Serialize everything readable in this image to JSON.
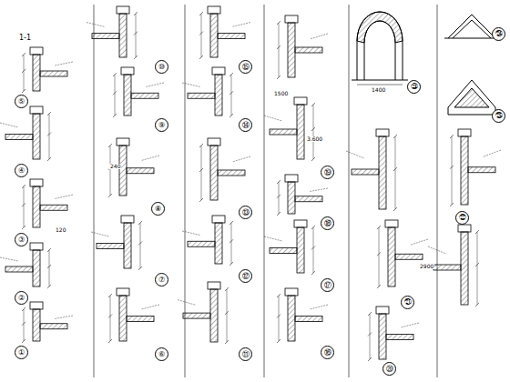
{
  "diagram": {
    "labels": [
      "1-1",
      "⑤",
      "④",
      "③",
      "②",
      "①",
      "⑩",
      "⑨",
      "⑧",
      "⑦",
      "⑥",
      "⑮",
      "⑭",
      "⑬",
      "⑫",
      "⑪",
      "⑲",
      "⑱",
      "⑰",
      "⑯",
      "㉓",
      "㉔",
      "㉕",
      "㉒",
      "㉑",
      "⑳",
      "1400",
      "3.600",
      "2900",
      "120",
      "240",
      "1500"
    ]
  }
}
